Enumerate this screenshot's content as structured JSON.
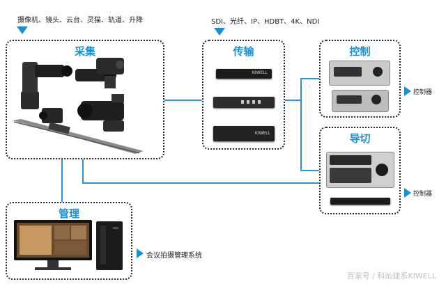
{
  "captions": {
    "capture_devices": "摄像机、镜头、云台、灵猫、轨道、升降",
    "transmission_types": "SDI、光纤、IP、HDBT、4K、NDI",
    "controller_1": "控制器",
    "controller_2": "控制器",
    "management_system": "会议拍摄管理系统"
  },
  "boxes": {
    "capture": "采集",
    "transmission": "传输",
    "control": "控制",
    "switching": "导切",
    "management": "管理"
  },
  "devices": {
    "transmission_brand": "KIWELL"
  },
  "watermark": "百家号 / 科灿建系KIWELL",
  "colors": {
    "accent": "#1a8fd6",
    "line": "#2a93d8",
    "border": "#1d2a3a"
  },
  "icons": [
    "arrow-down-icon",
    "arrow-right-icon"
  ]
}
